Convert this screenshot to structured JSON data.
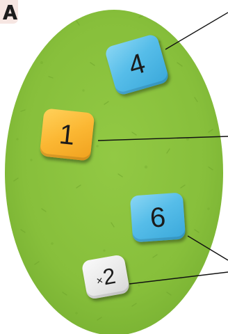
{
  "panel": {
    "badge_icon": "letter-a-icon",
    "badge_label": "A"
  },
  "board": {
    "surface": "green-grass-oval",
    "color": "#8ec63f"
  },
  "tokens": [
    {
      "label": "4",
      "color": "blue",
      "hex": "#56bde9"
    },
    {
      "label": "1",
      "color": "orange",
      "hex": "#fbb733"
    },
    {
      "label": "6",
      "color": "blue",
      "hex": "#56bde9"
    },
    {
      "label_prefix": "×",
      "label_value": "2",
      "color": "white",
      "hex": "#e9e9e9"
    }
  ],
  "callout_lines": 4
}
